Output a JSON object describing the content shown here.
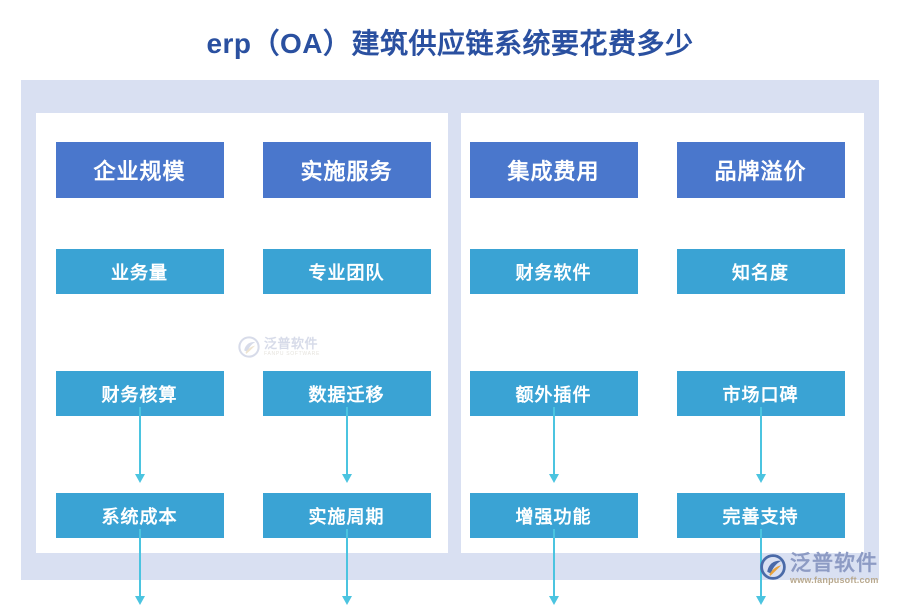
{
  "page": {
    "title": "erp（OA）建筑供应链系统要花费多少",
    "title_color": "#2A50A0",
    "background": "#FFFFFF",
    "panel_color": "#D9E0F2",
    "board_color": "#FFFFFF"
  },
  "theme": {
    "header_box_color": "#4A77CC",
    "node_box_color": "#3AA3D4",
    "connector_color": "#4BC4E0",
    "box_text_color": "#FFFFFF"
  },
  "diagram": {
    "type": "flowchart",
    "groups": [
      {
        "name": "left-group",
        "columns": [
          {
            "header": "企业规模",
            "nodes": [
              "业务量",
              "财务核算",
              "系统成本"
            ]
          },
          {
            "header": "实施服务",
            "nodes": [
              "专业团队",
              "数据迁移",
              "实施周期"
            ]
          }
        ]
      },
      {
        "name": "right-group",
        "columns": [
          {
            "header": "集成费用",
            "nodes": [
              "财务软件",
              "额外插件",
              "增强功能"
            ]
          },
          {
            "header": "品牌溢价",
            "nodes": [
              "知名度",
              "市场口碑",
              "完善支持"
            ]
          }
        ]
      }
    ]
  },
  "watermark": {
    "cn": "泛普软件",
    "en": "FANPU SOFTWARE"
  },
  "brand": {
    "cn": "泛普软件",
    "url": "www.fanpusoft.com"
  }
}
